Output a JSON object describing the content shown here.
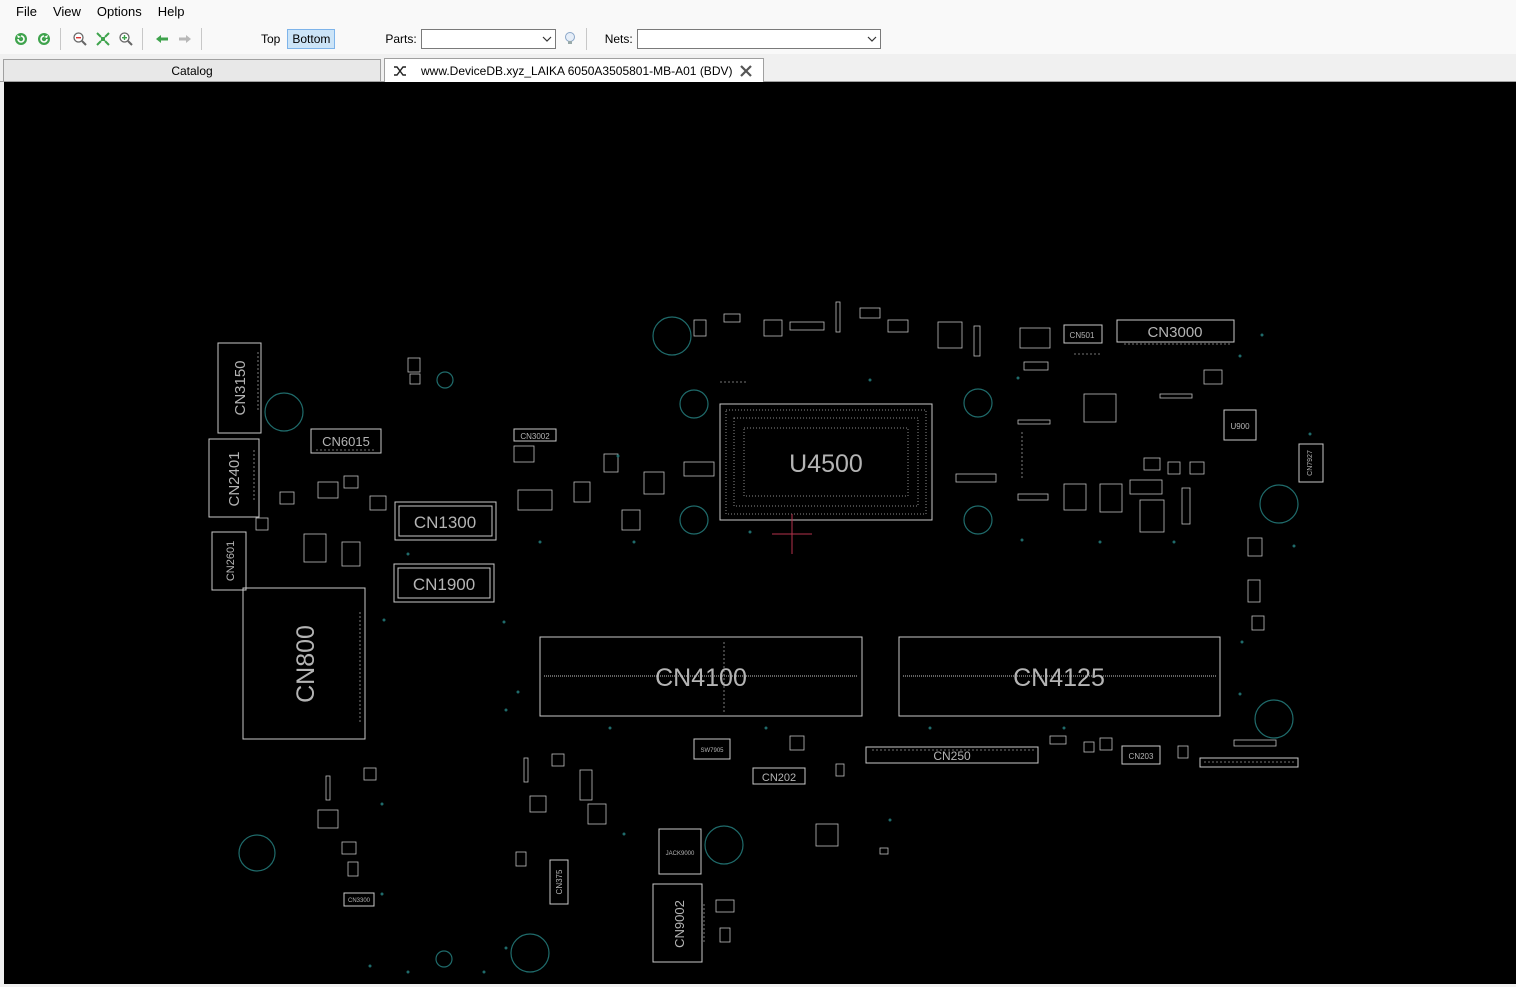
{
  "menu": [
    "File",
    "View",
    "Options",
    "Help"
  ],
  "toolbar": {
    "top_label": "Top",
    "bottom_label": "Bottom",
    "parts_label": "Parts:",
    "nets_label": "Nets:",
    "parts_value": "",
    "nets_value": ""
  },
  "tabs": {
    "catalog": "Catalog",
    "board": "www.DeviceDB.xyz_LAIKA 6050A3505801-MB-A01 (BDV)"
  },
  "board": {
    "big_labels": [
      "U4500",
      "CN4100",
      "CN4125",
      "CN800",
      "CN1300",
      "CN1900",
      "CN3000",
      "CN3150",
      "CN2401",
      "CN6015",
      "CN9002",
      "CN250",
      "CN202",
      "CN2601",
      "CN3002",
      "CN375",
      "CN501",
      "CN203",
      "CN7927",
      "U900",
      "SW7905",
      "JACK9000",
      "CN3300"
    ]
  },
  "colors": {
    "canvas": "#000000",
    "outline": "#c8c8c8",
    "label": "#b4b4b4",
    "via": "#1f6b6b",
    "cursor": "#b4324b",
    "bottom_active": "#cce4f7"
  }
}
